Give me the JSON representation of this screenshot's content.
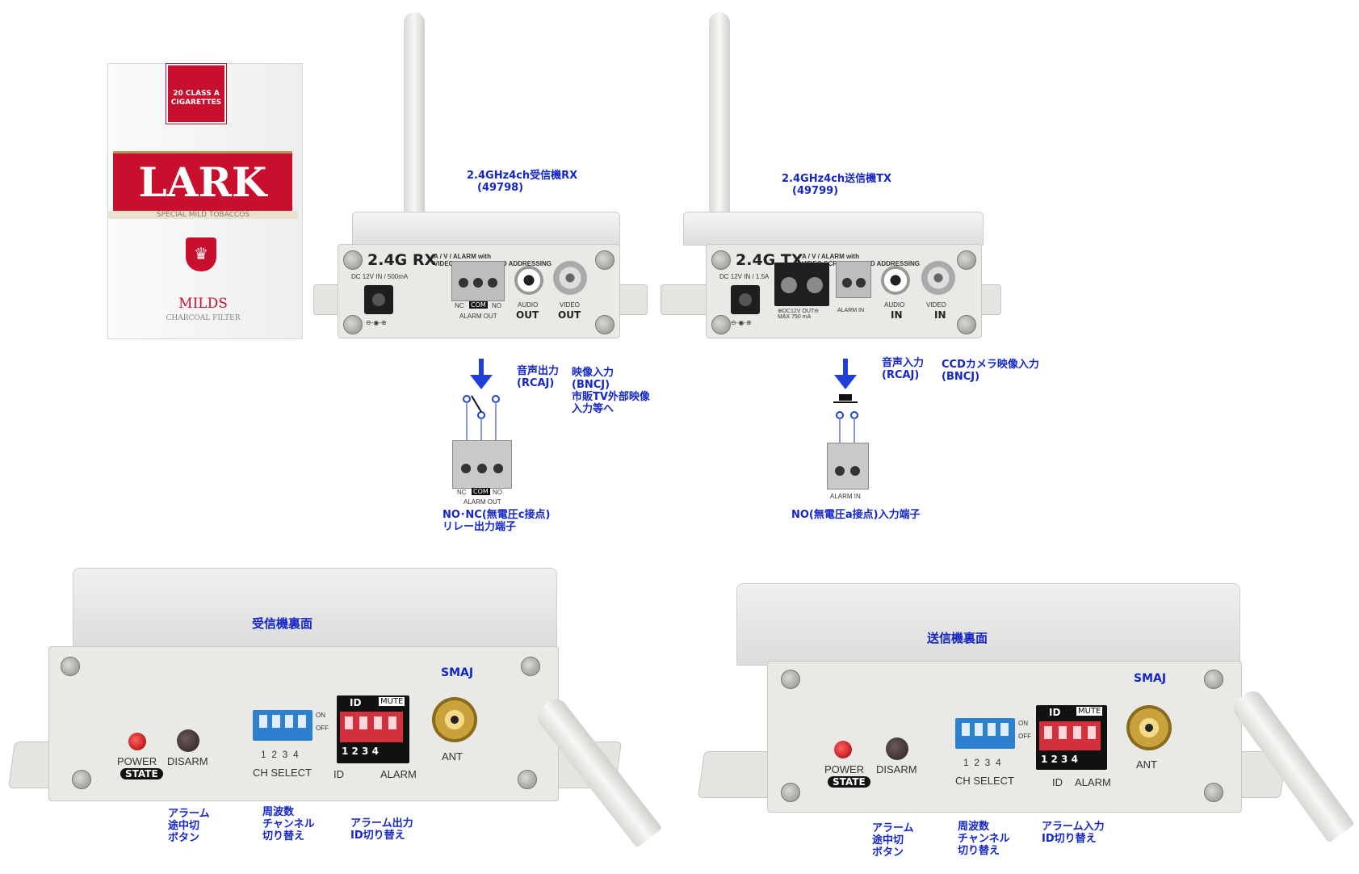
{
  "labels": {
    "rx_title": "2.4GHz4ch受信機RX\n　(49798)",
    "tx_title": "2.4GHz4ch送信機TX\n　(49799)",
    "rx_audio_out": "音声出力\n(RCAJ)",
    "rx_video_out": "映像入力\n(BNCJ)\n市販TV外部映像\n入力等へ",
    "rx_relay": "NO･NC(無電圧c接点)\nリレー出力端子",
    "tx_audio_in": "音声入力\n(RCAJ)",
    "tx_video_in": "CCDカメラ映像入力\n(BNCJ)",
    "tx_alarm_in": "NO(無電圧a接点)入力端子",
    "rx_back_title": "受信機裏面",
    "tx_back_title": "送信機裏面",
    "rx_smaj": "SMAJ",
    "tx_smaj": "SMAJ",
    "rx_disarm_note": "アラーム\n途中切\nボタン",
    "rx_ch_note": "周波数\nチャンネル\n切り替え",
    "rx_id_note": "アラーム出力\nID切り替え",
    "tx_disarm_note": "アラーム\n途中切\nボタン",
    "tx_ch_note": "周波数\nチャンネル\n切り替え",
    "tx_id_note": "アラーム入力\nID切り替え"
  },
  "pack": {
    "top": "20 CLASS A\nCIGARETTES",
    "brand": "LARK",
    "sub": "SPECIAL MILD TOBACCOS",
    "variant": "MILDS",
    "filter": "CHARCOAL FILTER"
  },
  "rx_front": {
    "model": "2.4G RX",
    "desc": "A / V / ALARM with\nVIDEO SCRAMBLE & ID ADDRESSING",
    "dc": "DC 12V IN / 500mA",
    "term_labels": [
      "NC",
      "COM",
      "NO"
    ],
    "alarm_out": "ALARM OUT",
    "audio": "AUDIO",
    "out": "OUT",
    "video": "VIDEO",
    "out2": "OUT"
  },
  "tx_front": {
    "model": "2.4G TX",
    "desc": "A / V / ALARM with\nVIDEO SCRAMBLE & ID ADDRESSING",
    "dc": "DC 12V IN / 1.5A",
    "power_out": "⊕DC12V OUT⊖\nMAX 750 mA",
    "alarm_in": "ALARM IN",
    "audio": "AUDIO",
    "in": "IN",
    "video": "VIDEO",
    "in2": "IN"
  },
  "rx_diag": {
    "term_labels": [
      "NC",
      "COM",
      "NO"
    ],
    "alarm_out": "ALARM OUT"
  },
  "tx_diag": {
    "alarm_in": "ALARM IN"
  },
  "rx_back": {
    "power": "POWER",
    "state": "STATE",
    "disarm": "DISARM",
    "on": "ON",
    "off": "OFF",
    "ch_nums": "1  2  3  4",
    "ch_select": "CH SELECT",
    "id": "ID",
    "mute": "MUTE",
    "dip_nums": "1 2 3 4",
    "id2": "ID",
    "alarm": "ALARM",
    "ant": "ANT"
  },
  "tx_back": {
    "power": "POWER",
    "state": "STATE",
    "disarm": "DISARM",
    "on": "ON",
    "off": "OFF",
    "ch_nums": "1  2  3  4",
    "ch_select": "CH SELECT",
    "id": "ID",
    "mute": "MUTE",
    "dip_nums": "1 2 3 4",
    "id2": "ID",
    "alarm": "ALARM",
    "ant": "ANT"
  },
  "colors": {
    "label": "#1426c8",
    "arrow": "#1f3fd6",
    "lark_red": "#c8102e",
    "dip_blue": "#2d7fd0",
    "dip_red": "#d3303b"
  }
}
